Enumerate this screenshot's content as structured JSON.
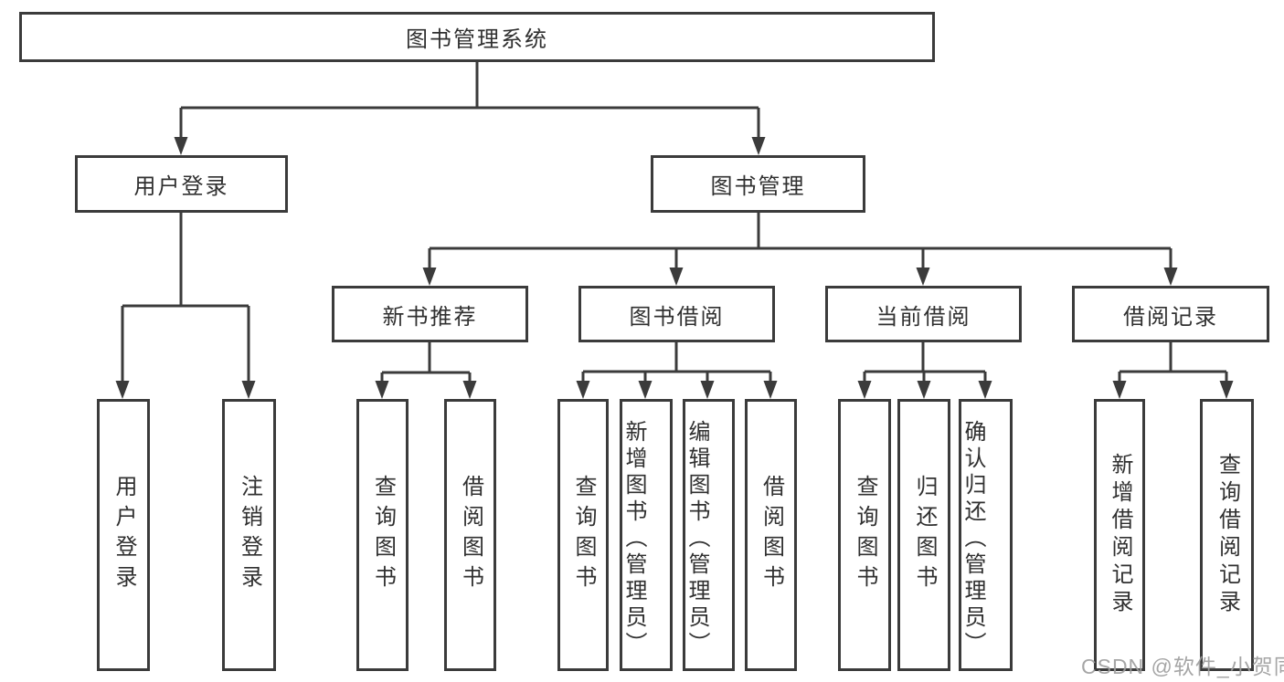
{
  "tree": {
    "label": "图书管理系统",
    "children": [
      {
        "label": "用户登录",
        "children": [
          {
            "label": "用户登录"
          },
          {
            "label": "注销登录"
          }
        ]
      },
      {
        "label": "图书管理",
        "children": [
          {
            "label": "新书推荐",
            "children": [
              {
                "label": "查询图书"
              },
              {
                "label": "借阅图书"
              }
            ]
          },
          {
            "label": "图书借阅",
            "children": [
              {
                "label": "查询图书"
              },
              {
                "label": "新增图书（管理员）"
              },
              {
                "label": "编辑图书（管理员）"
              },
              {
                "label": "借阅图书"
              }
            ]
          },
          {
            "label": "当前借阅",
            "children": [
              {
                "label": "查询图书"
              },
              {
                "label": "归还图书"
              },
              {
                "label": "确认归还（管理员）"
              }
            ]
          },
          {
            "label": "借阅记录",
            "children": [
              {
                "label": "新增借阅记录"
              },
              {
                "label": "查询借阅记录"
              }
            ]
          }
        ]
      }
    ]
  },
  "watermark": "CSDN @软件_小贺同学",
  "colors": {
    "line": "#3b3b3b",
    "text": "#303030",
    "watermark": "#9e9e9e",
    "background": "#ffffff"
  }
}
